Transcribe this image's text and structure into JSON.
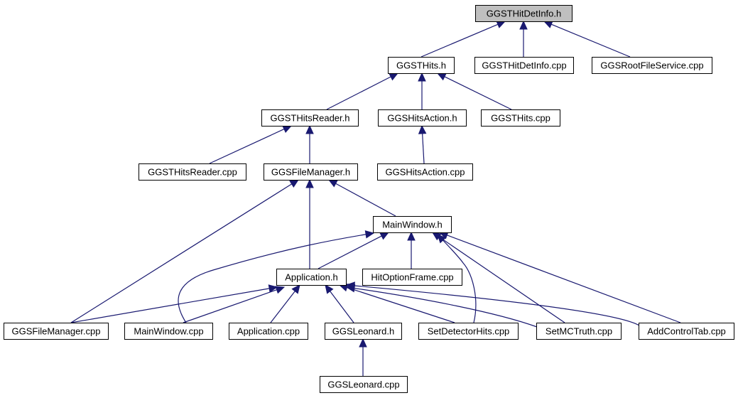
{
  "diagram": {
    "colors": {
      "edge": "#191970",
      "node_fill": "#ffffff",
      "root_fill": "#bfbfbf",
      "node_border": "#000000"
    },
    "nodes": [
      {
        "id": "hitdetinfo_h",
        "label": "GGSTHitDetInfo.h",
        "root": true
      },
      {
        "id": "thits_h",
        "label": "GGSTHits.h"
      },
      {
        "id": "hitdetinfo_cpp",
        "label": "GGSTHitDetInfo.cpp"
      },
      {
        "id": "rootfileservice_cpp",
        "label": "GGSRootFileService.cpp"
      },
      {
        "id": "hitsreader_h",
        "label": "GGSTHitsReader.h"
      },
      {
        "id": "hitsaction_h",
        "label": "GGSHitsAction.h"
      },
      {
        "id": "thits_cpp",
        "label": "GGSTHits.cpp"
      },
      {
        "id": "hitsreader_cpp",
        "label": "GGSTHitsReader.cpp"
      },
      {
        "id": "filemanager_h",
        "label": "GGSFileManager.h"
      },
      {
        "id": "hitsaction_cpp",
        "label": "GGSHitsAction.cpp"
      },
      {
        "id": "mainwindow_h",
        "label": "MainWindow.h"
      },
      {
        "id": "application_h",
        "label": "Application.h"
      },
      {
        "id": "hitoptionframe_cpp",
        "label": "HitOptionFrame.cpp"
      },
      {
        "id": "filemanager_cpp",
        "label": "GGSFileManager.cpp"
      },
      {
        "id": "mainwindow_cpp",
        "label": "MainWindow.cpp"
      },
      {
        "id": "application_cpp",
        "label": "Application.cpp"
      },
      {
        "id": "leonard_h",
        "label": "GGSLeonard.h"
      },
      {
        "id": "setdetectorhits_cpp",
        "label": "SetDetectorHits.cpp"
      },
      {
        "id": "setmctruth_cpp",
        "label": "SetMCTruth.cpp"
      },
      {
        "id": "addcontroltab_cpp",
        "label": "AddControlTab.cpp"
      },
      {
        "id": "leonard_cpp",
        "label": "GGSLeonard.cpp"
      }
    ],
    "edges": [
      {
        "from": "thits_h",
        "to": "hitdetinfo_h"
      },
      {
        "from": "hitdetinfo_cpp",
        "to": "hitdetinfo_h"
      },
      {
        "from": "rootfileservice_cpp",
        "to": "hitdetinfo_h"
      },
      {
        "from": "hitsreader_h",
        "to": "thits_h"
      },
      {
        "from": "hitsaction_h",
        "to": "thits_h"
      },
      {
        "from": "thits_cpp",
        "to": "thits_h"
      },
      {
        "from": "hitsreader_cpp",
        "to": "hitsreader_h"
      },
      {
        "from": "filemanager_h",
        "to": "hitsreader_h"
      },
      {
        "from": "hitsaction_cpp",
        "to": "hitsaction_h"
      },
      {
        "from": "filemanager_cpp",
        "to": "filemanager_h"
      },
      {
        "from": "application_h",
        "to": "filemanager_h"
      },
      {
        "from": "mainwindow_h",
        "to": "filemanager_h"
      },
      {
        "from": "application_h",
        "to": "mainwindow_h"
      },
      {
        "from": "mainwindow_cpp",
        "to": "mainwindow_h"
      },
      {
        "from": "hitoptionframe_cpp",
        "to": "mainwindow_h"
      },
      {
        "from": "setdetectorhits_cpp",
        "to": "mainwindow_h"
      },
      {
        "from": "setmctruth_cpp",
        "to": "mainwindow_h"
      },
      {
        "from": "addcontroltab_cpp",
        "to": "mainwindow_h"
      },
      {
        "from": "filemanager_cpp",
        "to": "application_h"
      },
      {
        "from": "mainwindow_cpp",
        "to": "application_h"
      },
      {
        "from": "application_cpp",
        "to": "application_h"
      },
      {
        "from": "leonard_h",
        "to": "application_h"
      },
      {
        "from": "setdetectorhits_cpp",
        "to": "application_h"
      },
      {
        "from": "setmctruth_cpp",
        "to": "application_h"
      },
      {
        "from": "addcontroltab_cpp",
        "to": "application_h"
      },
      {
        "from": "leonard_cpp",
        "to": "leonard_h"
      }
    ]
  }
}
